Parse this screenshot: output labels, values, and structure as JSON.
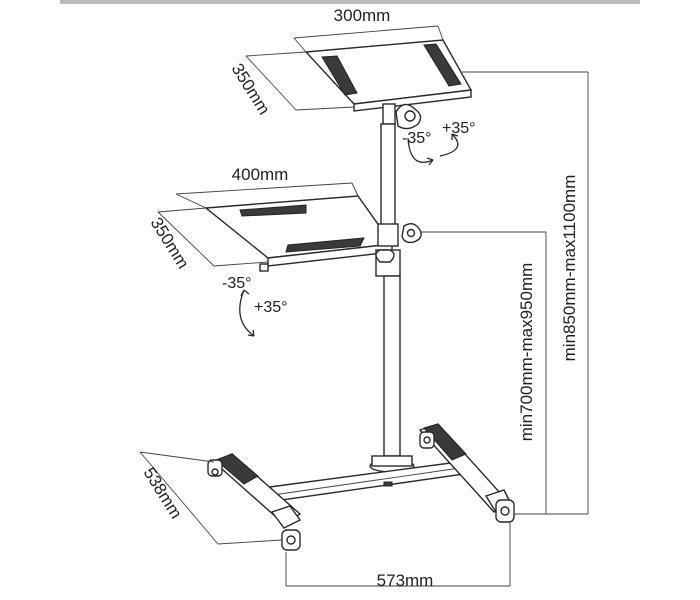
{
  "diagram": {
    "top_tray_width": "300mm",
    "top_tray_depth": "350mm",
    "top_tilt_neg": "-35°",
    "top_tilt_pos": "+35°",
    "bottom_tray_width": "400mm",
    "bottom_tray_depth": "350mm",
    "bottom_tilt_neg": "-35°",
    "bottom_tilt_pos": "+35°",
    "base_depth": "538mm",
    "base_width": "573mm",
    "lower_height_range": "min700mm-max950mm",
    "total_height_range": "min850mm-max1100mm"
  }
}
